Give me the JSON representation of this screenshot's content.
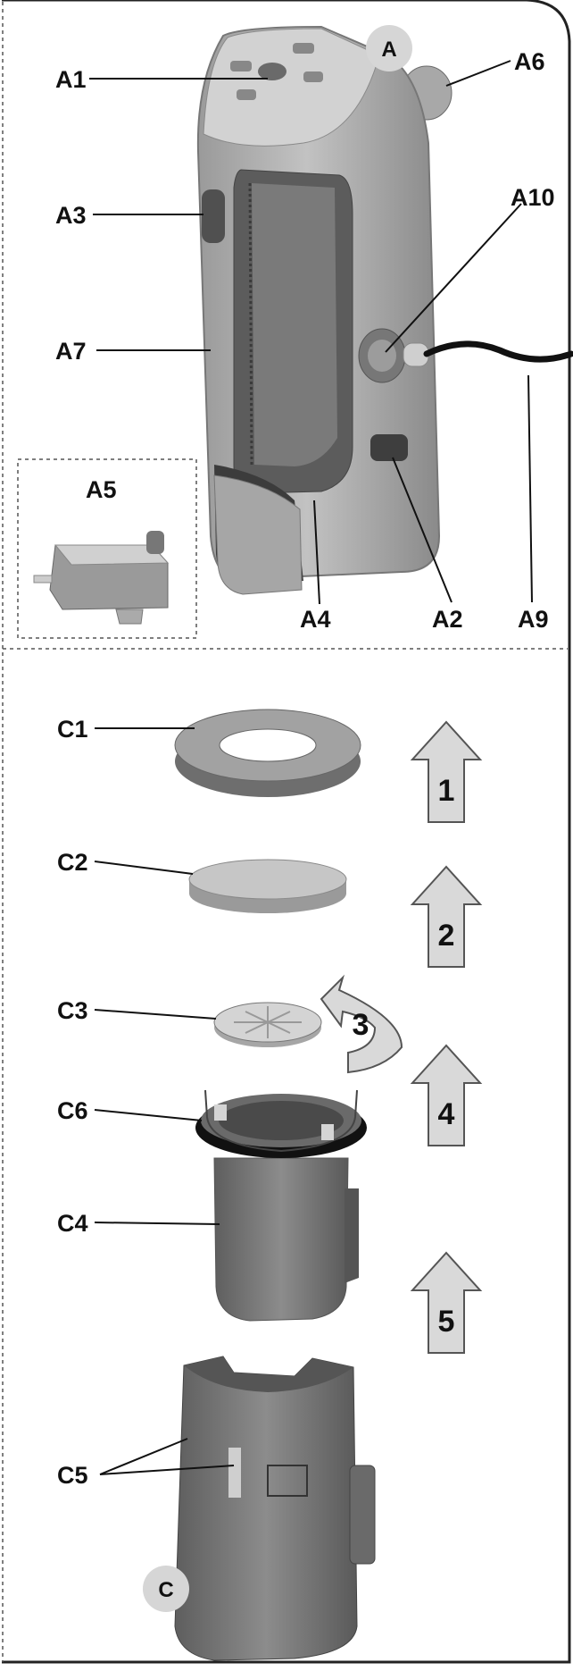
{
  "top_section": {
    "badge": "A",
    "inset_label": "A5",
    "callouts": {
      "a1": "A1",
      "a6": "A6",
      "a3": "A3",
      "a10": "A10",
      "a7": "A7",
      "a5": "A5",
      "a4": "A4",
      "a2": "A2",
      "a9": "A9"
    }
  },
  "bottom_section": {
    "badge": "C",
    "callouts": {
      "c1": "C1",
      "c2": "C2",
      "c3": "C3",
      "c6": "C6",
      "c4": "C4",
      "c5": "C5"
    },
    "steps": [
      "1",
      "2",
      "3",
      "4",
      "5"
    ]
  },
  "colors": {
    "frame": "#222222",
    "part_light": "#c8c8c8",
    "part_mid": "#9a9a9a",
    "part_dark": "#6e6e6e",
    "arrow_fill": "#d9d9d9",
    "badge_fill": "#d6d6d6"
  }
}
